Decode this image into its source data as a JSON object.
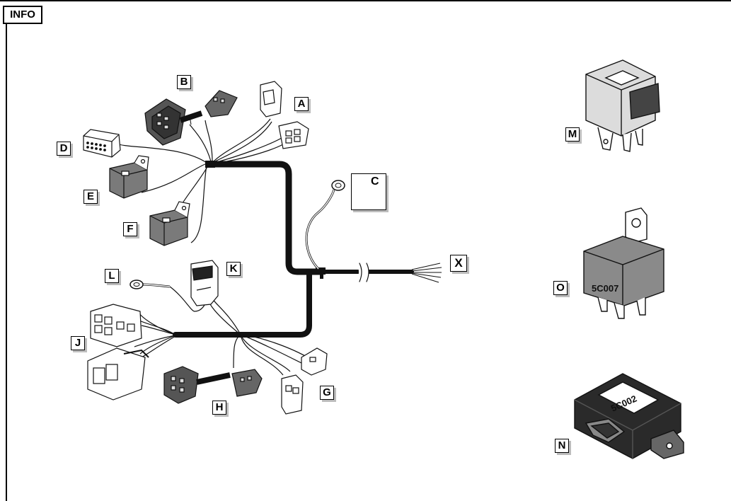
{
  "header": {
    "badge": "INFO"
  },
  "labels": {
    "A": "A",
    "B": "B",
    "C": "C",
    "D": "D",
    "E": "E",
    "F": "F",
    "G": "G",
    "H": "H",
    "J": "J",
    "K": "K",
    "L": "L",
    "M": "M",
    "N": "N",
    "O": "O",
    "X": "X"
  },
  "components": {
    "relay_o_code": "5C007",
    "module_n_code": "5C002"
  }
}
